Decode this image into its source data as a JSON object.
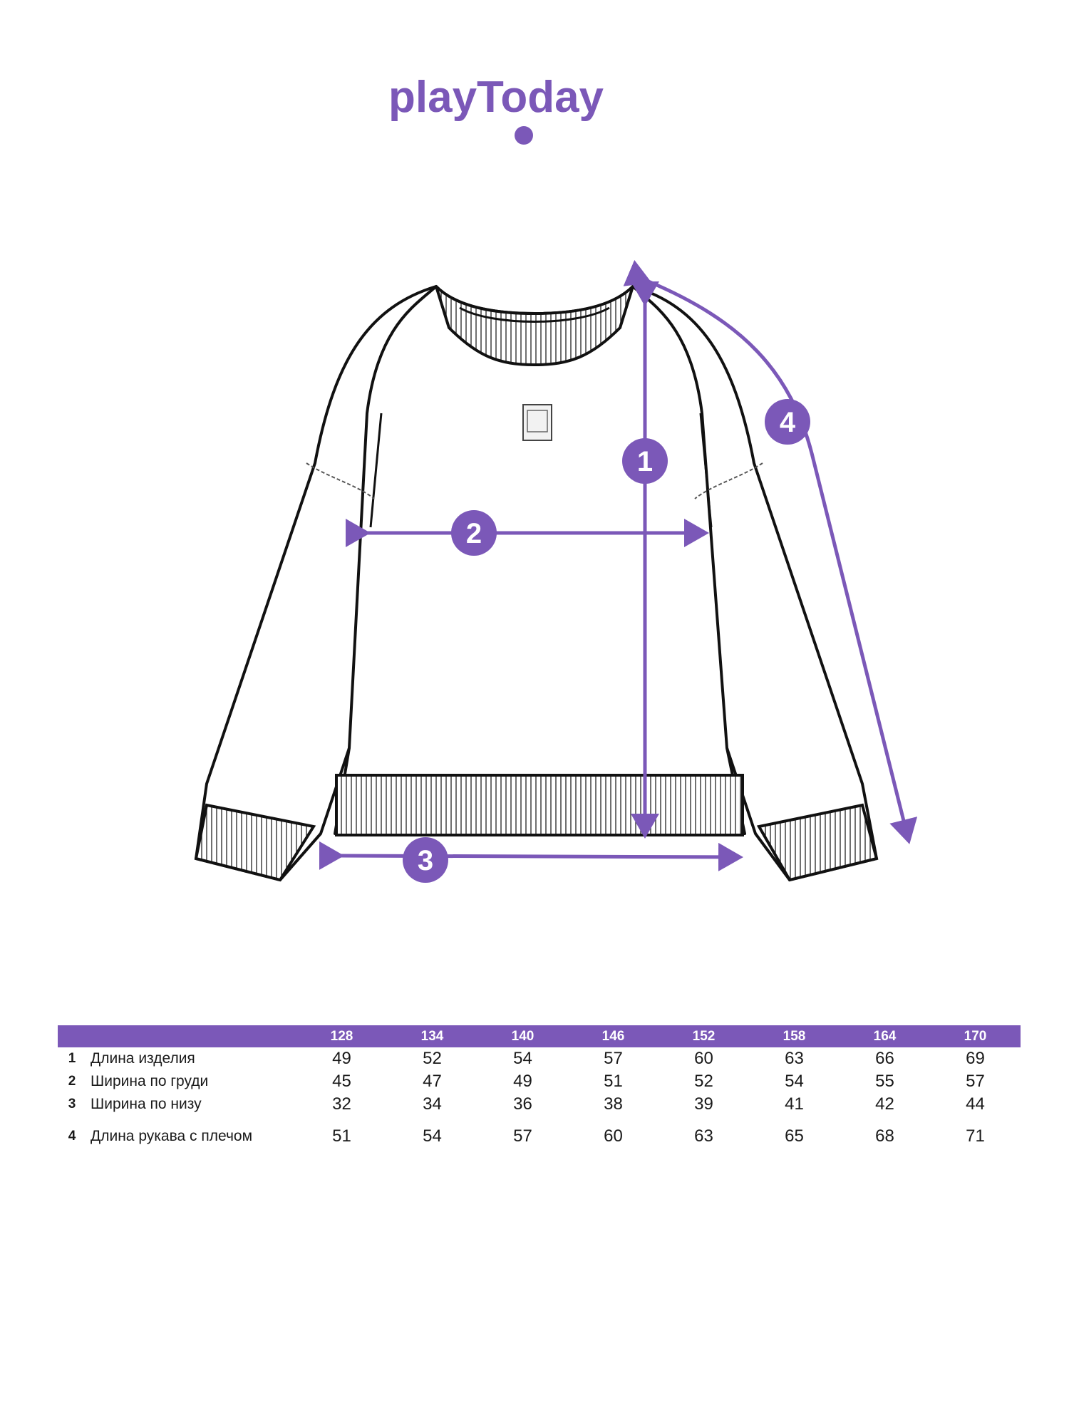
{
  "brand": {
    "logo_text": "playToday",
    "accent_color": "#7b58b8"
  },
  "diagram": {
    "garment": "sweatshirt",
    "outline_color": "#111111",
    "measure_color": "#7b58b8",
    "markers": [
      {
        "id": "1",
        "label": "1"
      },
      {
        "id": "2",
        "label": "2"
      },
      {
        "id": "3",
        "label": "3"
      },
      {
        "id": "4",
        "label": "4"
      }
    ]
  },
  "table": {
    "sizes": [
      "128",
      "134",
      "140",
      "146",
      "152",
      "158",
      "164",
      "170"
    ],
    "rows": [
      {
        "num": "1",
        "label": "Длина изделия",
        "values": [
          "49",
          "52",
          "54",
          "57",
          "60",
          "63",
          "66",
          "69"
        ]
      },
      {
        "num": "2",
        "label": "Ширина по груди",
        "values": [
          "45",
          "47",
          "49",
          "51",
          "52",
          "54",
          "55",
          "57"
        ]
      },
      {
        "num": "3",
        "label": "Ширина по низу",
        "values": [
          "32",
          "34",
          "36",
          "38",
          "39",
          "41",
          "42",
          "44"
        ]
      },
      {
        "num": "4",
        "label": "Длина рукава с плечом",
        "values": [
          "51",
          "54",
          "57",
          "60",
          "63",
          "65",
          "68",
          "71"
        ]
      }
    ]
  }
}
